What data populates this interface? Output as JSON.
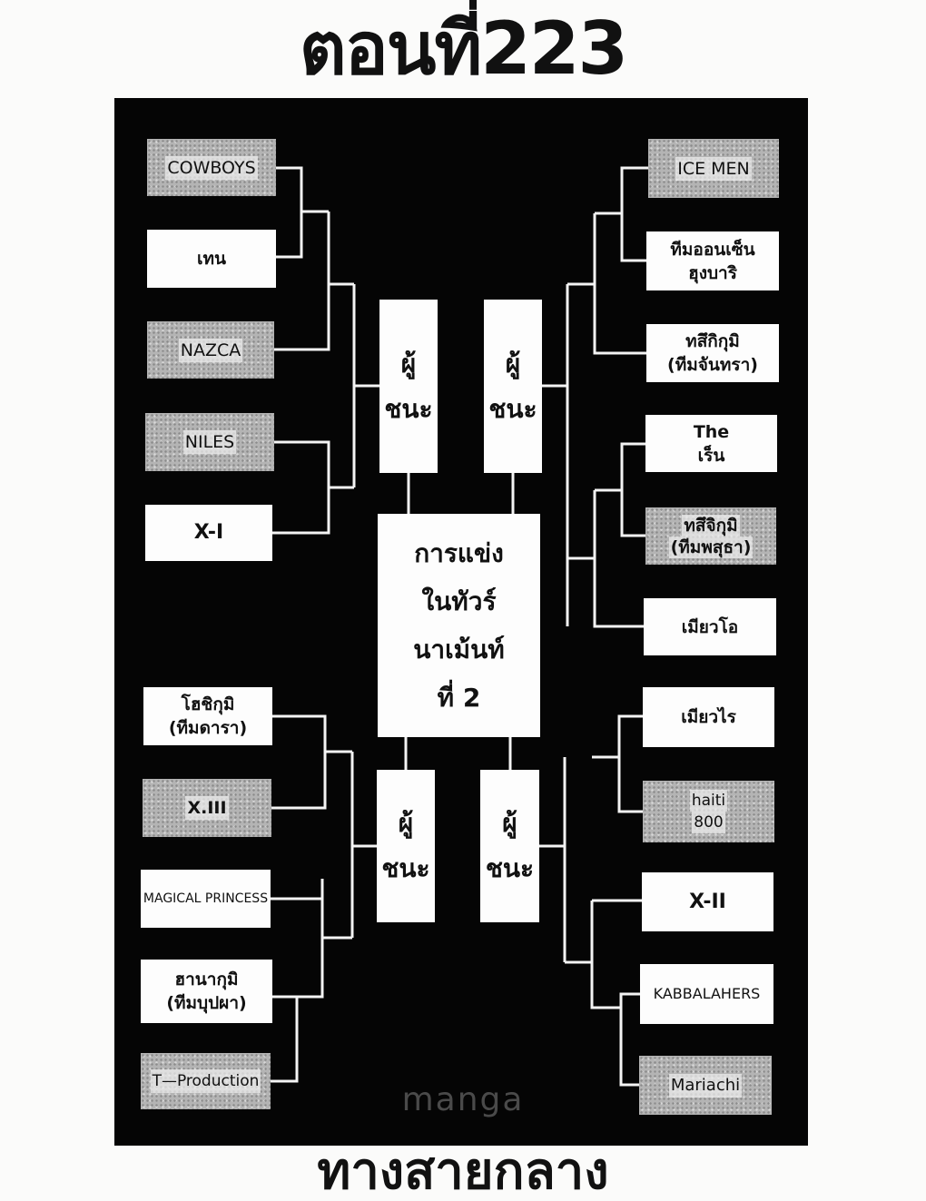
{
  "title": "ตอนที่223",
  "left_top_teams": [
    "COWBOYS",
    "เทน",
    "NAZCA",
    "NILES",
    "X-I"
  ],
  "left_bottom_teams": [
    [
      "โฮชิกุมิ",
      "(ทีมดารา)"
    ],
    [
      "X.III"
    ],
    [
      "MAGICAL PRINCESS"
    ],
    [
      "ฮานากุมิ",
      "(ทีมบุปผา)"
    ],
    [
      "T—Production"
    ]
  ],
  "right_top_teams": [
    [
      "ICE MEN"
    ],
    [
      "ทีมออนเซ็น",
      "ฮุงบาริ"
    ],
    [
      "ทสึกิกุมิ",
      "(ทีมจันทรา)"
    ],
    [
      "The",
      "เร็น"
    ],
    [
      "ทสึจิกุมิ",
      "(ทีมพสุธา)"
    ],
    [
      "เมียวโอ"
    ]
  ],
  "right_bottom_teams": [
    [
      "เมียวไร"
    ],
    [
      "haiti",
      "800"
    ],
    [
      "X-II"
    ],
    [
      "KABBALAHERS"
    ],
    [
      "Mariachi"
    ]
  ],
  "winner_label": [
    "ผู้",
    "ชนะ"
  ],
  "center_label": [
    "การแข่ง",
    "ในทัวร์",
    "นาเม้นท์",
    "ที่ 2"
  ],
  "watermark": "manga",
  "bottom_text": "ทางสายกลาง"
}
